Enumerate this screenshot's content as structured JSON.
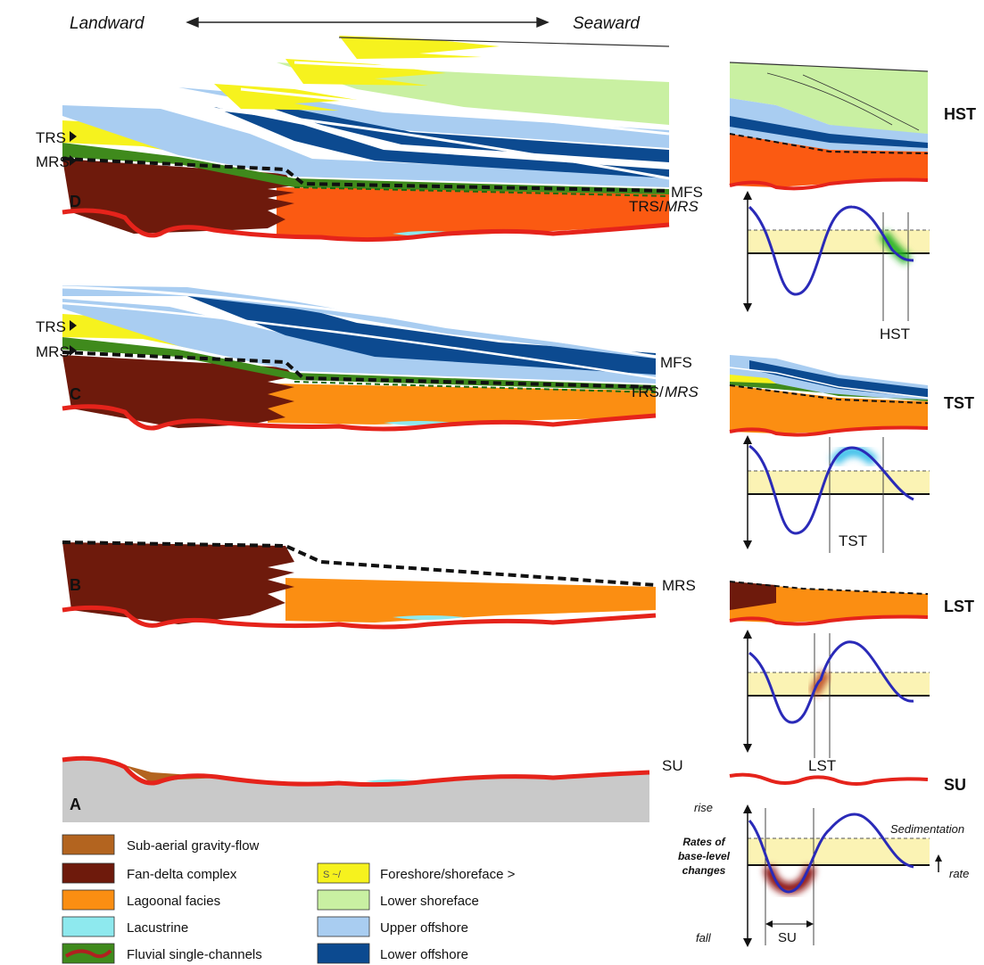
{
  "header": {
    "left": "Landward",
    "right": "Seaward"
  },
  "panels": {
    "D": {
      "letter": "D",
      "labels": [
        "TRS",
        "MRS",
        "MFS",
        "TRS/",
        "MRS"
      ]
    },
    "C": {
      "letter": "C",
      "labels": [
        "TRS",
        "MRS",
        "MFS",
        "TRS/",
        "MRS"
      ]
    },
    "B": {
      "letter": "B",
      "labels": [
        "MRS"
      ]
    },
    "A": {
      "letter": "A",
      "labels": [
        "SU"
      ]
    }
  },
  "tracts": {
    "hst": {
      "name": "HST",
      "curve_label": "HST"
    },
    "tst": {
      "name": "TST",
      "curve_label": "TST"
    },
    "lst": {
      "name": "LST",
      "curve_label": "LST"
    },
    "su": {
      "name": "SU",
      "curve_label": "SU"
    }
  },
  "curve_axis": {
    "top": "rise",
    "bottom": "fall",
    "ylabel_lines": [
      "Rates of",
      "base-level",
      "changes"
    ],
    "sed_lines": [
      "Sedimentation",
      "rate"
    ]
  },
  "legend": [
    {
      "label": "Sub-aerial gravity-flow",
      "color": "#b3641f"
    },
    {
      "label": "Fan-delta complex",
      "color": "#6e1a0c"
    },
    {
      "label": "Lagoonal facies",
      "color": "#fb8e12"
    },
    {
      "label": "Lacustrine",
      "color": "#8ee9ee"
    },
    {
      "label": "Fluvial single-channels",
      "color": "#3f8a1c"
    },
    {
      "label": "Foreshore/shoreface >",
      "color": "#f6f21e"
    },
    {
      "label": "Lower shoreface",
      "color": "#c9f0a2"
    },
    {
      "label": "Upper offshore",
      "color": "#a9cdf1"
    },
    {
      "label": "Lower offshore",
      "color": "#0c4a90"
    }
  ],
  "colors": {
    "basement": "#c9c9c9",
    "su_line": "#e5231b",
    "curve": "#2a2ab8",
    "band": "#fbf3b4"
  }
}
